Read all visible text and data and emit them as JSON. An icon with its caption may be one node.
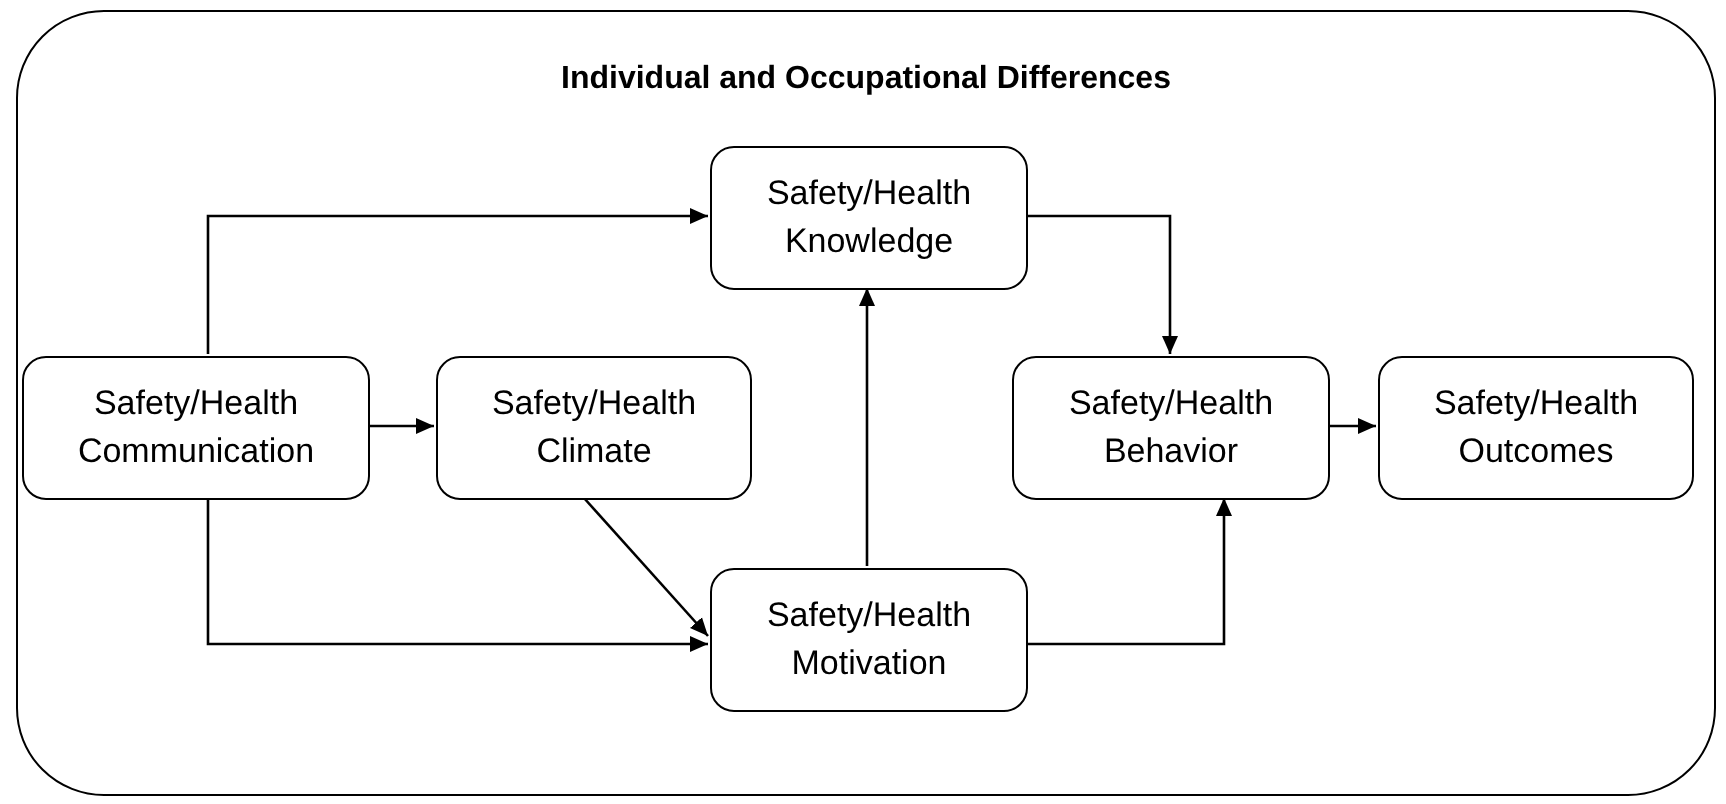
{
  "diagram": {
    "nodes": [
      {
        "text": [
          "Individual and Occupational Differences"
        ]
      },
      {
        "text": [
          "Safety/Health Communication"
        ],
        "in": 0
      },
      {
        "text": [
          "Safety/Health Climate"
        ],
        "in": 0
      },
      {
        "text": [
          "Safety/Health Knowledge"
        ],
        "in": 0
      },
      {
        "text": [
          "Safety/Health Motivation"
        ],
        "in": 0
      },
      {
        "text": [
          "Safety/Health Behavior"
        ],
        "in": 0
      },
      {
        "text": [
          "Safety/Health Outcomes"
        ],
        "in": 0
      }
    ],
    "edges": [
      {
        "from": 1,
        "to": 3,
        "arrow": "to"
      },
      {
        "from": 1,
        "to": 2,
        "arrow": "to"
      },
      {
        "from": 1,
        "to": 4,
        "arrow": "to"
      },
      {
        "from": 2,
        "to": 4,
        "arrow": "to"
      },
      {
        "from": 4,
        "to": 3,
        "arrow": "to"
      },
      {
        "from": 3,
        "to": 5,
        "arrow": "to"
      },
      {
        "from": 4,
        "to": 5,
        "arrow": "to"
      },
      {
        "from": 5,
        "to": 6,
        "arrow": "to"
      }
    ]
  }
}
